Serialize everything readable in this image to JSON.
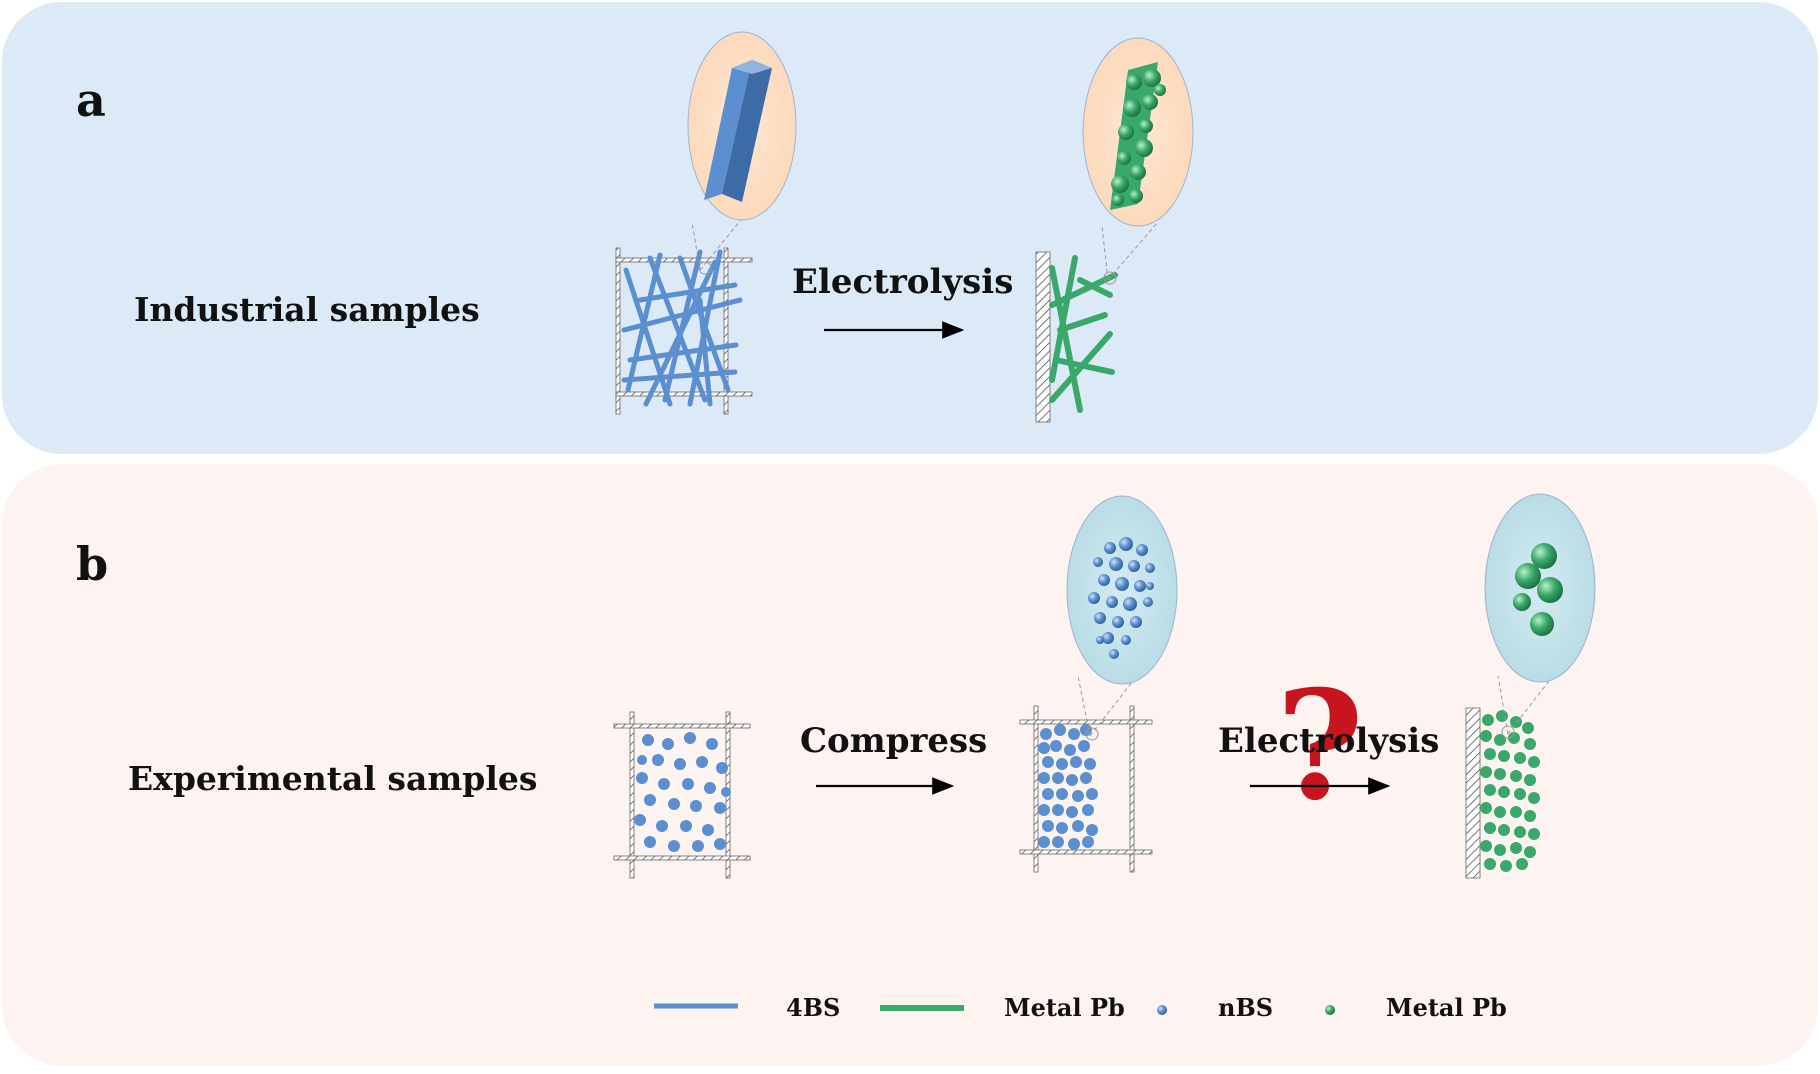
{
  "panel_a": {
    "letter": "a",
    "label": "Industrial samples",
    "step_label": "Electrolysis"
  },
  "panel_b": {
    "letter": "b",
    "label": "Experimental samples",
    "step1_label": "Compress",
    "step2_label": "Electrolysis",
    "question_mark": "?"
  },
  "legend": {
    "items": [
      {
        "label": "4BS",
        "symbol": "line",
        "color": "#5b8fcf"
      },
      {
        "label": "Metal Pb",
        "symbol": "line",
        "color": "#3aa86a"
      },
      {
        "label": "nBS",
        "symbol": "dot",
        "color": "#5b8fcf"
      },
      {
        "label": "Metal Pb",
        "symbol": "dot",
        "color": "#3aa86a"
      }
    ]
  },
  "colors": {
    "panel_a_bg": "#dce9f7",
    "panel_b_bg": "#fdf3f1",
    "blue": "#5b8fcf",
    "green": "#3aa86a",
    "peach_bubble": "#fde0c8",
    "cyan_bubble": "#c3e2ea",
    "question_red": "#c8141c"
  }
}
